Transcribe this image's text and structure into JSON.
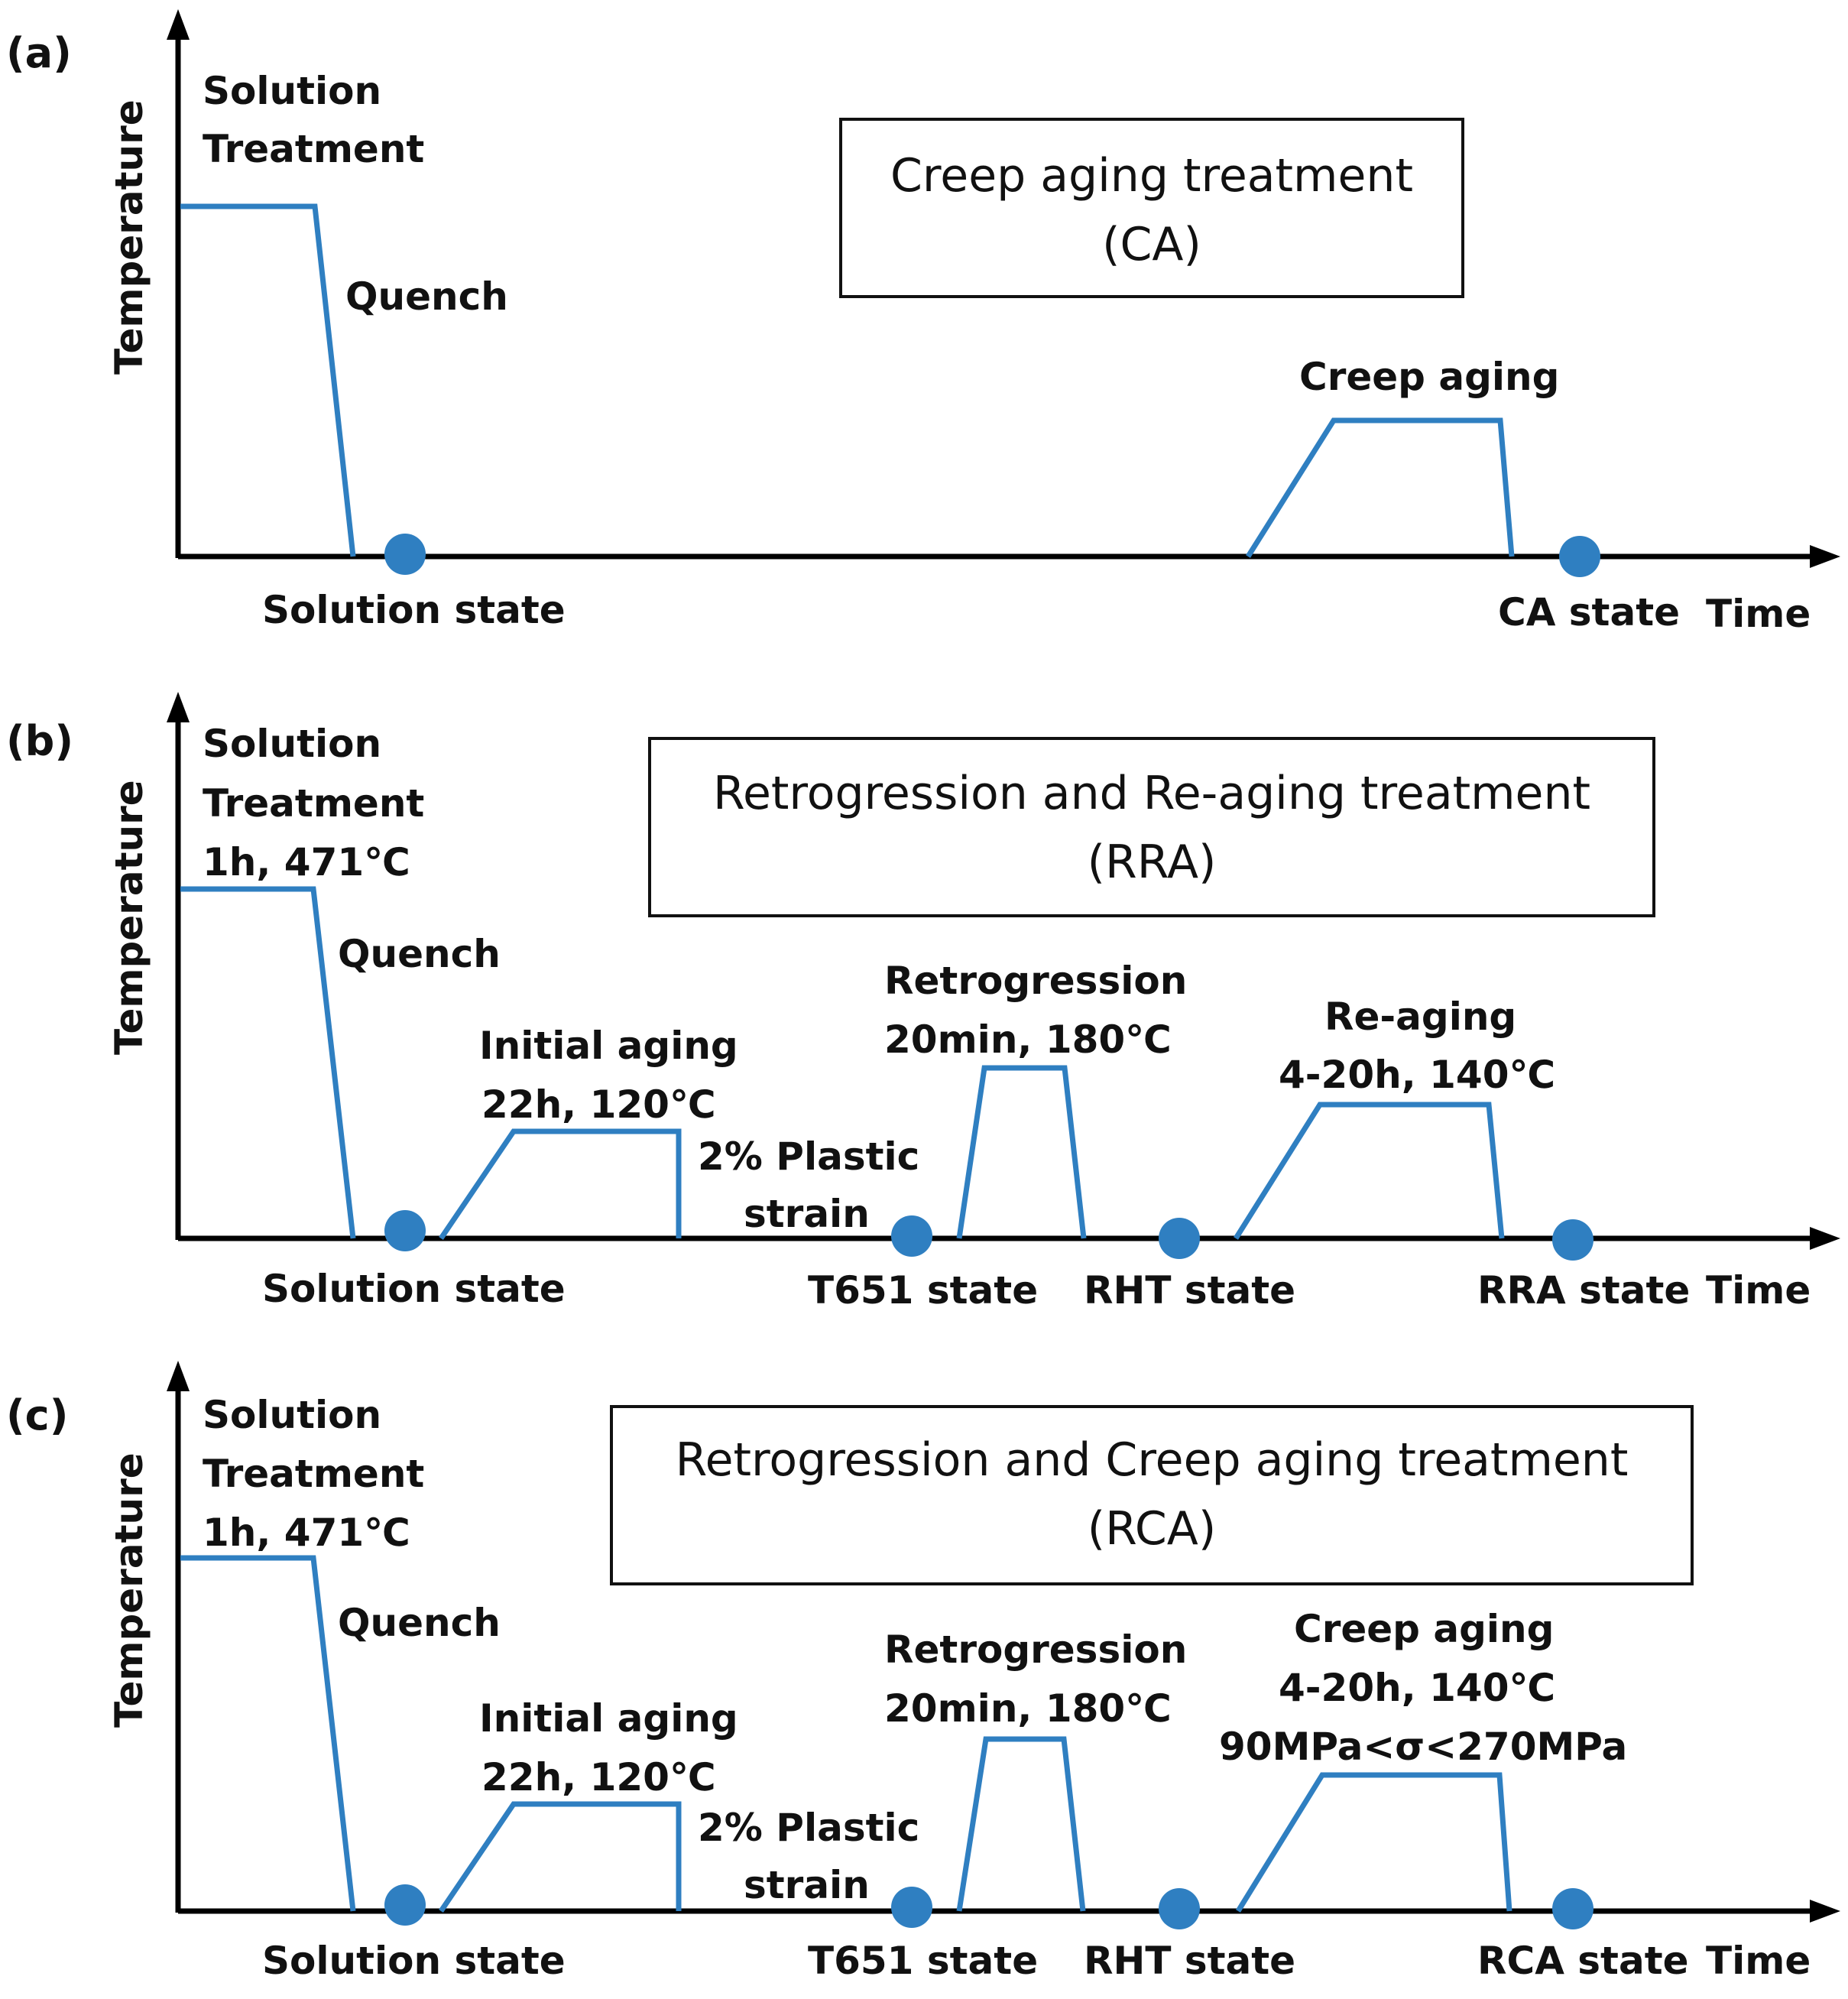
{
  "colors": {
    "curve": "#2f7fc1",
    "axis": "#000000",
    "text": "#111111"
  },
  "axes": {
    "y_label": "Temperature",
    "x_label": "Time"
  },
  "panels": [
    {
      "id": "(a)",
      "title_line1": "Creep aging treatment",
      "title_line2": "(CA)",
      "labels": {
        "solution_l1": "Solution",
        "solution_l2": "Treatment",
        "quench": "Quench",
        "creep_aging": "Creep aging",
        "state_solution": "Solution state",
        "state_final": "CA state"
      }
    },
    {
      "id": "(b)",
      "title_line1": "Retrogression and Re-aging treatment",
      "title_line2": "(RRA)",
      "labels": {
        "solution_l1": "Solution",
        "solution_l2": "Treatment",
        "solution_l3": "1h, 471℃",
        "quench": "Quench",
        "initial_aging_l1": "Initial aging",
        "initial_aging_l2": "22h, 120℃",
        "plastic_l1": "2% Plastic",
        "plastic_l2": "strain",
        "retro_l1": "Retrogression",
        "retro_l2": "20min, 180℃",
        "final_l1": "Re-aging",
        "final_l2": "4-20h, 140℃",
        "state_solution": "Solution state",
        "state_t651": "T651 state",
        "state_rht": "RHT state",
        "state_final": "RRA state"
      }
    },
    {
      "id": "(c)",
      "title_line1": "Retrogression and Creep aging treatment",
      "title_line2": "(RCA)",
      "labels": {
        "solution_l1": "Solution",
        "solution_l2": "Treatment",
        "solution_l3": "1h, 471℃",
        "quench": "Quench",
        "initial_aging_l1": "Initial aging",
        "initial_aging_l2": "22h, 120℃",
        "plastic_l1": "2% Plastic",
        "plastic_l2": "strain",
        "retro_l1": "Retrogression",
        "retro_l2": "20min, 180℃",
        "final_l1": "Creep aging",
        "final_l2": "4-20h, 140℃",
        "final_l3": "90MPa<σ<270MPa",
        "state_solution": "Solution state",
        "state_t651": "T651 state",
        "state_rht": "RHT state",
        "state_final": "RCA state"
      }
    }
  ]
}
